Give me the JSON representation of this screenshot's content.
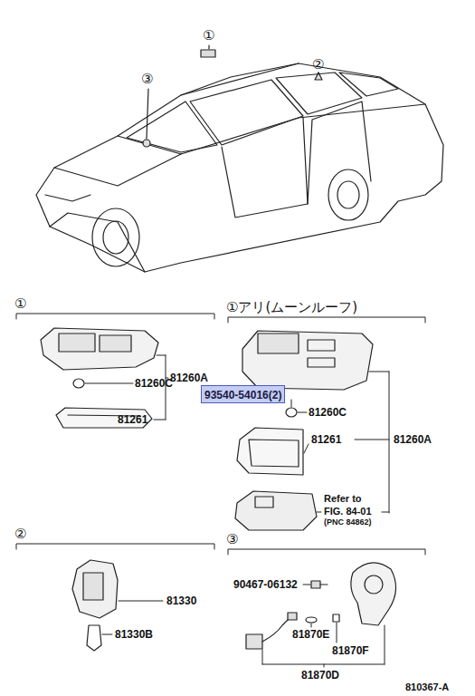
{
  "diagram": {
    "nodes": [
      {
        "text": [
          "93540-54016(2)"
        ]
      }
    ],
    "labels": [
      "①",
      "②",
      "③",
      "①",
      "①アリ(ムーンルーフ)",
      "81260C",
      "81260A",
      "81261",
      "81260C",
      "81261",
      "81260A",
      "Refer to",
      "FIG. 84-01",
      "(PNC 84862)",
      "②",
      "81330",
      "81330B",
      "③",
      "90467-06132",
      "81870E",
      "81870F",
      "81870D",
      "810367-A"
    ]
  }
}
